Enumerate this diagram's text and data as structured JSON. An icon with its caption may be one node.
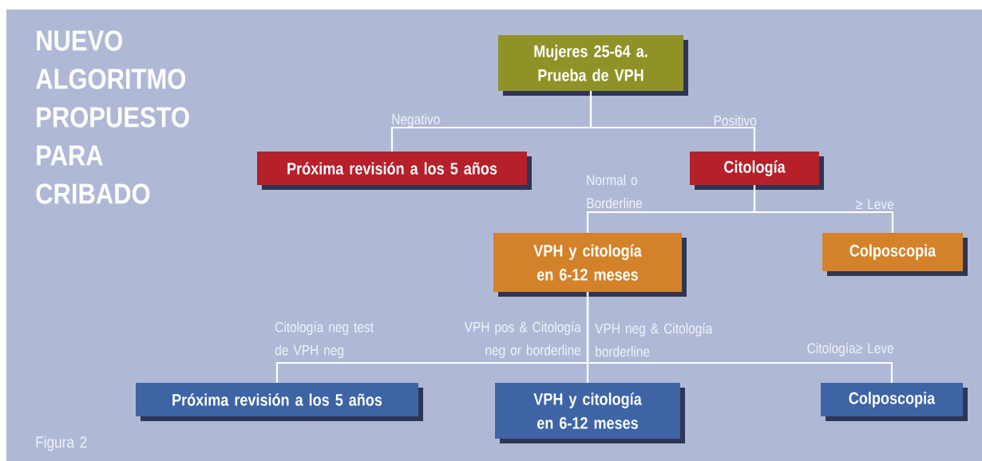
{
  "diagram": {
    "title": "NUEVO ALGORITMO PROPUESTO PARA CRIBADO",
    "nodes": [
      {
        "text": [
          "Mujeres 25-64 a. Prueba de VPH"
        ]
      },
      {
        "text": [
          "Próxima revisión a los 5 años"
        ]
      },
      {
        "text": [
          "Citología"
        ]
      },
      {
        "text": [
          "VPH y citología en 6-12 meses"
        ]
      },
      {
        "text": [
          "Colposcopia"
        ]
      },
      {
        "text": [
          "Próxima revisión a los 5 años"
        ]
      },
      {
        "text": [
          "VPH y citología en 6-12 meses"
        ]
      },
      {
        "text": [
          "Colposcopia"
        ]
      }
    ],
    "edges": [
      {
        "from": 0,
        "to": 1,
        "arrow": "none",
        "label": "Negativo"
      },
      {
        "from": 0,
        "to": 2,
        "arrow": "none",
        "label": "Positivo"
      },
      {
        "from": 2,
        "to": 3,
        "arrow": "none",
        "label": "Normal o Borderline"
      },
      {
        "from": 2,
        "to": 4,
        "arrow": "none",
        "label": "≥ Leve"
      },
      {
        "from": 3,
        "to": 5,
        "arrow": "none",
        "label": "Citología neg test de VPH neg"
      },
      {
        "from": 3,
        "to": 6,
        "arrow": "none",
        "label": "VPH pos & Citología neg or borderline"
      },
      {
        "from": 3,
        "to": 7,
        "arrow": "none",
        "label": "Citología≥ Leve"
      }
    ],
    "labels": [
      "VPH neg & Citología borderline",
      "Figura 2"
    ]
  }
}
